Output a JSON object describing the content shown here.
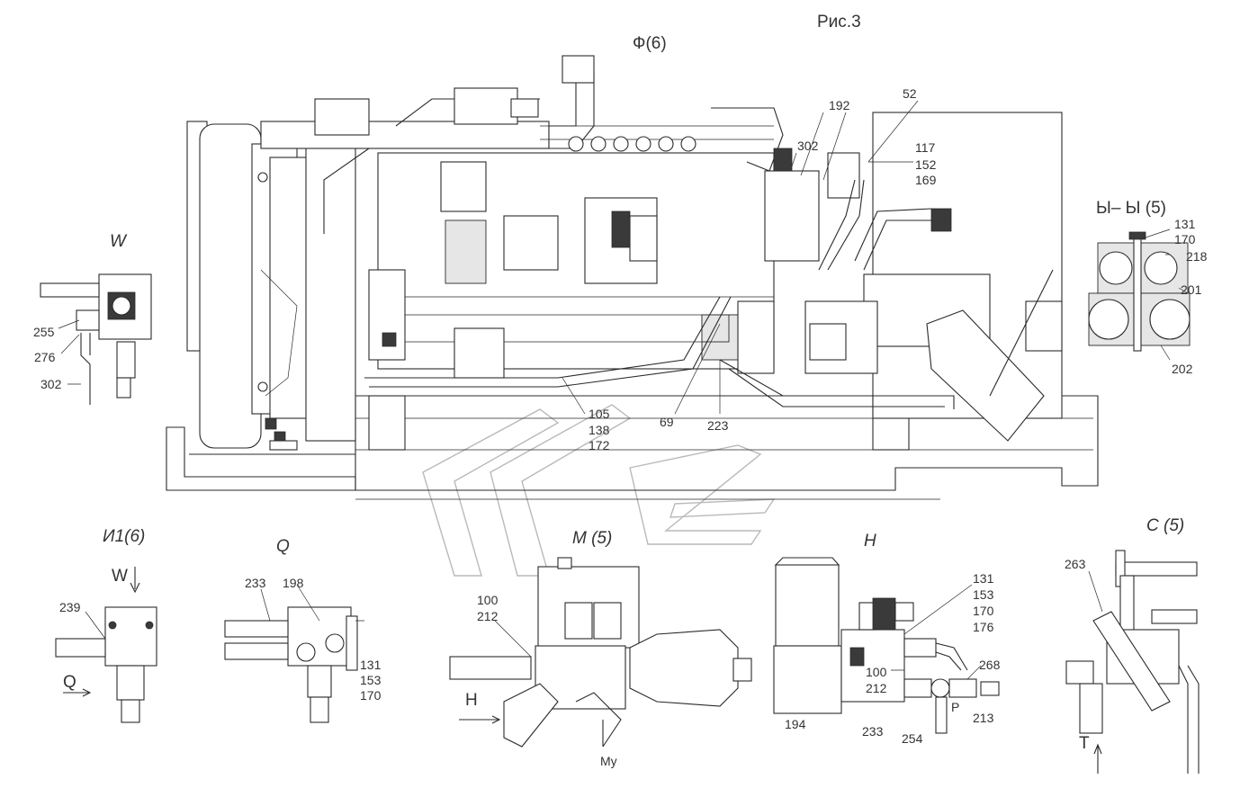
{
  "figure_title": "Рис.3",
  "view_titles": {
    "main": "Ф(6)",
    "w": "W",
    "section": "Ы– Ы (5)",
    "i1": "И1(6)",
    "q": "Q",
    "m": "M (5)",
    "h": "H",
    "c": "C (5)"
  },
  "callouts": {
    "main_52": "52",
    "main_192": "192",
    "main_302": "302",
    "main_117": "117",
    "main_152": "152",
    "main_169": "169",
    "main_105": "105",
    "main_138": "138",
    "main_172": "172",
    "main_69": "69",
    "main_223": "223",
    "w_255": "255",
    "w_276": "276",
    "w_302": "302",
    "s_131": "131",
    "s_170": "170",
    "s_218": "218",
    "s_201": "201",
    "s_202": "202",
    "i1_239": "239",
    "i1_w": "W",
    "i1_q": "Q",
    "q_233": "233",
    "q_198": "198",
    "q_131": "131",
    "q_153": "153",
    "q_170": "170",
    "m_100": "100",
    "m_212": "212",
    "m_h": "H",
    "m_my": "My",
    "h_131": "131",
    "h_153": "153",
    "h_170": "170",
    "h_176": "176",
    "h_100": "100",
    "h_212": "212",
    "h_268": "268",
    "h_p": "P",
    "h_194": "194",
    "h_233": "233",
    "h_254": "254",
    "h_213": "213",
    "c_263": "263",
    "c_t": "T"
  }
}
